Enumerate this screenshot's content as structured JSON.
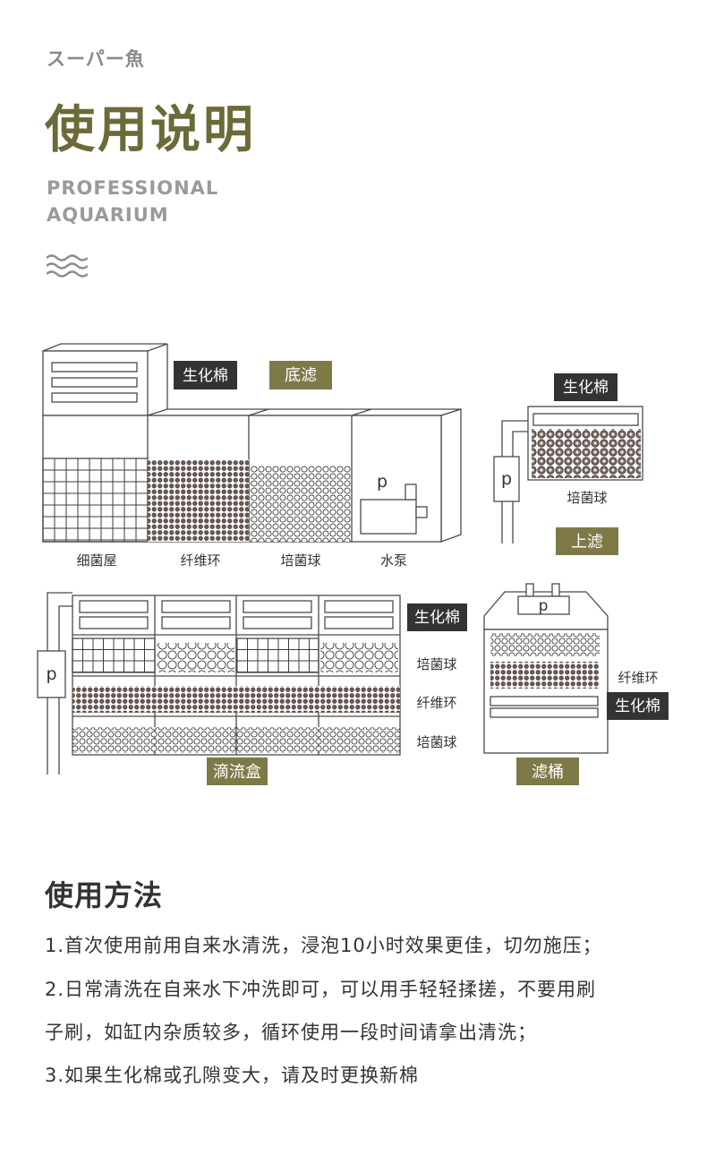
{
  "header": {
    "brand": "スーパー魚",
    "title": "使用说明",
    "subtitle_line1": "PROFESSIONAL",
    "subtitle_line2": "AQUARIUM",
    "wave_icon": "wave-lines-icon"
  },
  "colors": {
    "olive": "#7d7a48",
    "dark_tag": "#333333",
    "title": "#6b6a38",
    "line": "#4a4a4a"
  },
  "diagram": {
    "bottom_filter": {
      "tag": "底滤",
      "top_tag": "生化棉",
      "labels": [
        "细菌屋",
        "纤维环",
        "培菌球",
        "水泵"
      ],
      "pump_letter": "p"
    },
    "top_filter": {
      "tag": "上滤",
      "top_tag": "生化棉",
      "label": "培菌球",
      "pump_letter": "p"
    },
    "drip_box": {
      "tag": "滴流盒",
      "top_tag": "生化棉",
      "layer_labels": [
        "培菌球",
        "纤维环",
        "培菌球"
      ],
      "pump_letter": "p"
    },
    "canister": {
      "tag": "滤桶",
      "label": "纤维环",
      "side_tag": "生化棉",
      "pump_letter": "p"
    }
  },
  "usage": {
    "title": "使用方法",
    "steps": [
      "1.首次使用前用自来水清洗，浸泡10小时效果更佳，切勿施压；",
      "2.日常清洗在自来水下冲洗即可，可以用手轻轻揉搓，不要用刷",
      "子刷，如缸内杂质较多，循环使用一段时间请拿出清洗；",
      "3.如果生化棉或孔隙变大，请及时更换新棉"
    ]
  }
}
